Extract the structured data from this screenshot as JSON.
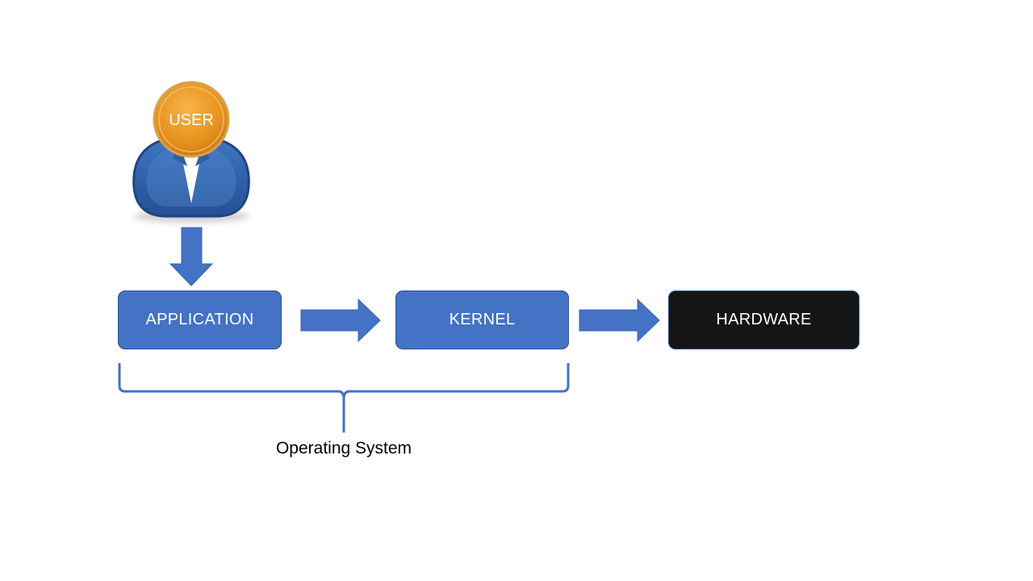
{
  "diagram": {
    "user": {
      "label": "USER",
      "icon": "user-person-icon"
    },
    "nodes": {
      "application": {
        "label": "APPLICATION",
        "color": "#4472c4"
      },
      "kernel": {
        "label": "KERNEL",
        "color": "#4472c4"
      },
      "hardware": {
        "label": "HARDWARE",
        "color": "#151515"
      }
    },
    "group": {
      "label": "Operating System"
    },
    "colors": {
      "arrow": "#4472c4",
      "user_head": "#e8921c",
      "user_body": "#2f5fa8"
    }
  }
}
